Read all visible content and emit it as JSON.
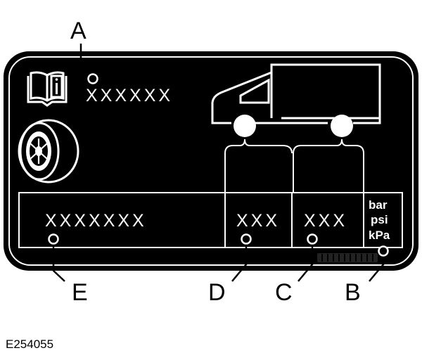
{
  "callouts": {
    "a": "A",
    "b": "B",
    "c": "C",
    "d": "D",
    "e": "E"
  },
  "placard": {
    "info_text": "XXXXXX",
    "tire_size_text": "XXXXXXX",
    "front_pressure_text": "XXX",
    "rear_pressure_text": "XXX",
    "units": [
      "bar",
      "psi",
      "kPa"
    ]
  },
  "figure_id": "E254055",
  "colors": {
    "placard_bg": "#000000",
    "placard_lines": "#ffffff",
    "leader": "#000000",
    "callout_dot_fill": "#000000",
    "callout_dot_ring": "#ffffff"
  },
  "icons": [
    "owner-manual-icon",
    "tire-icon",
    "vehicle-silhouette-icon"
  ]
}
